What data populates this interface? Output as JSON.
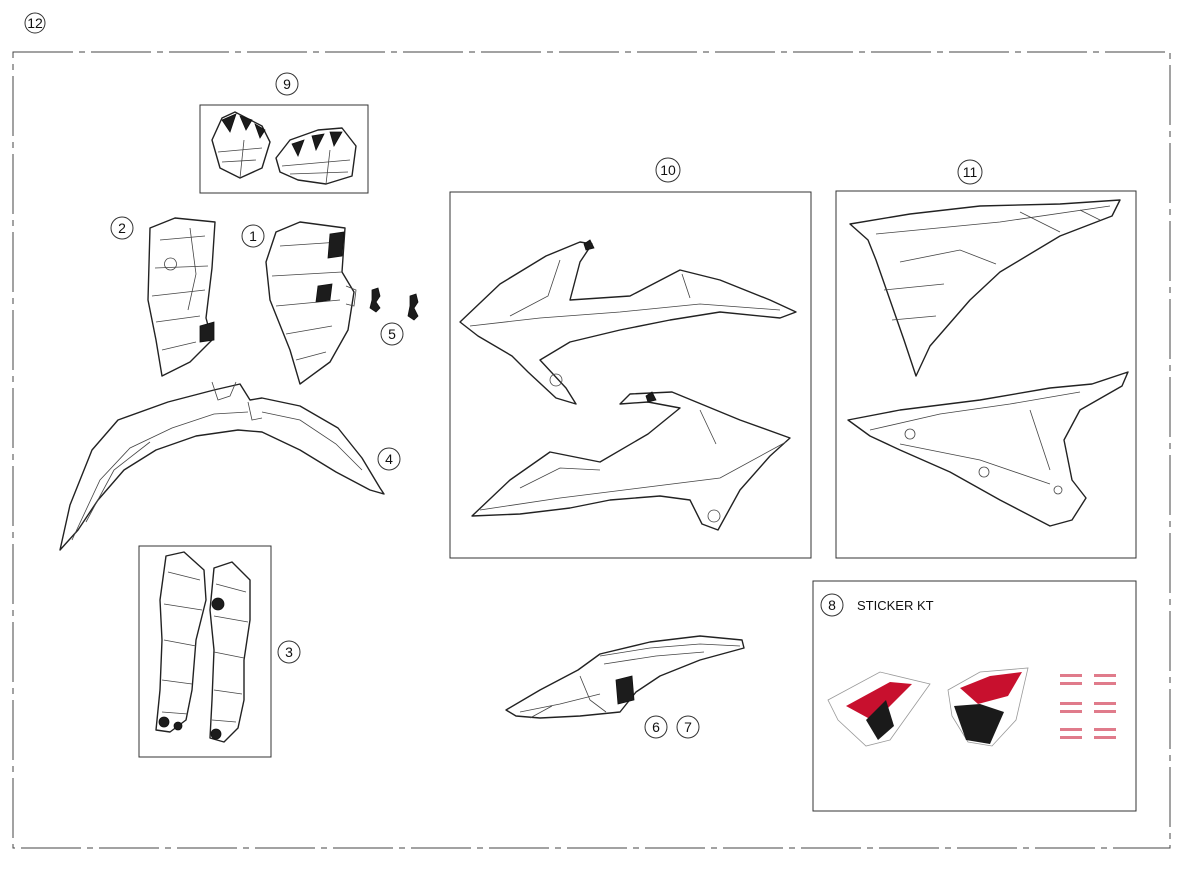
{
  "diagram": {
    "assembly_callout": "12",
    "callouts": {
      "c1": "1",
      "c2": "2",
      "c3": "3",
      "c4": "4",
      "c5": "5",
      "c6": "6",
      "c7": "7",
      "c8": "8",
      "c9": "9",
      "c10": "10",
      "c11": "11"
    },
    "sticker_kit_label": "STICKER KT",
    "colors": {
      "sticker_red": "#c8102e",
      "sticker_black": "#1a1a1a",
      "line": "#222222"
    }
  }
}
